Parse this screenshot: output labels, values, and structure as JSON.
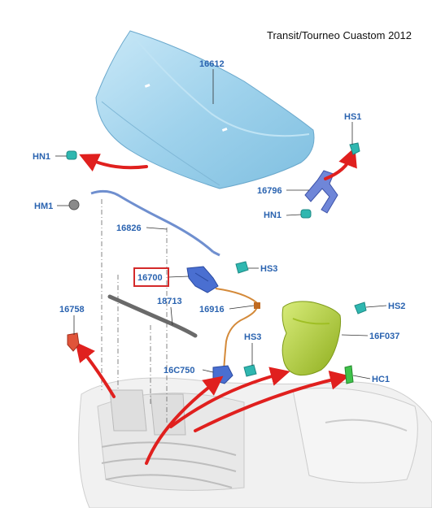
{
  "title": "Transit/Tourneo Cuastom 2012",
  "colors": {
    "label": "#2a63b0",
    "arrow": "#e0201e",
    "hood": "#9fd2ec",
    "shield": "#b7d33a",
    "highlight_box": "#d42a2a",
    "clip_teal": "#2fb7b0"
  },
  "labels": {
    "p16612": "16612",
    "hs1": "HS1",
    "hn1_left": "HN1",
    "p16796": "16796",
    "hn1_right": "HN1",
    "hm1": "HM1",
    "p16826": "16826",
    "p16700": "16700",
    "hs3_top": "HS3",
    "p16758": "16758",
    "p18713": "18713",
    "p16916": "16916",
    "hs2": "HS2",
    "p16f037": "16F037",
    "hs3_bottom": "HS3",
    "p16c750": "16C750",
    "hc1": "HC1"
  },
  "highlighted_part": "16700"
}
